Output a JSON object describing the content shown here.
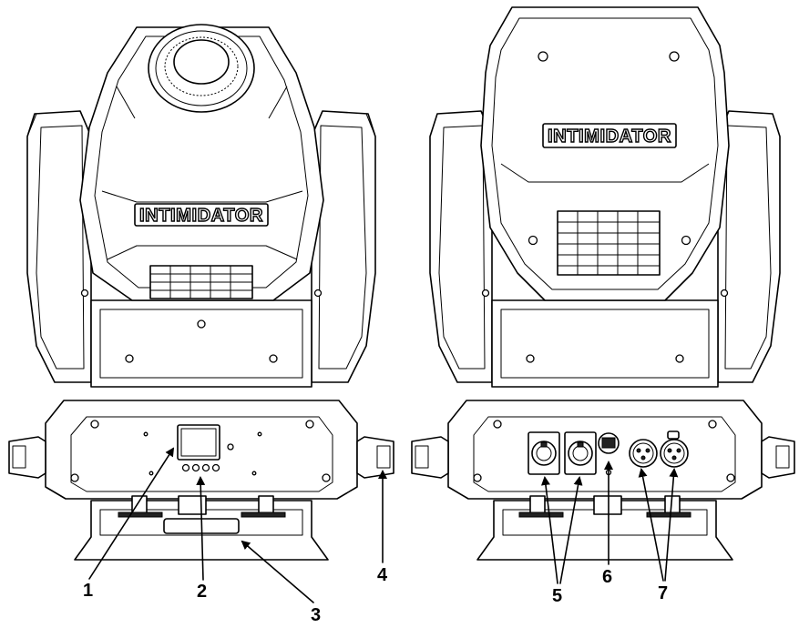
{
  "brand_text": {
    "front": "INTIMIDATOR",
    "rear": "INTIMIDATOR"
  },
  "callouts": [
    {
      "id": "1",
      "label": "1"
    },
    {
      "id": "2",
      "label": "2"
    },
    {
      "id": "3",
      "label": "3"
    },
    {
      "id": "4",
      "label": "4"
    },
    {
      "id": "5",
      "label": "5"
    },
    {
      "id": "6",
      "label": "6"
    },
    {
      "id": "7",
      "label": "7"
    }
  ],
  "views": [
    "front",
    "rear"
  ],
  "colors": {
    "line": "#000000",
    "background": "#ffffff"
  }
}
